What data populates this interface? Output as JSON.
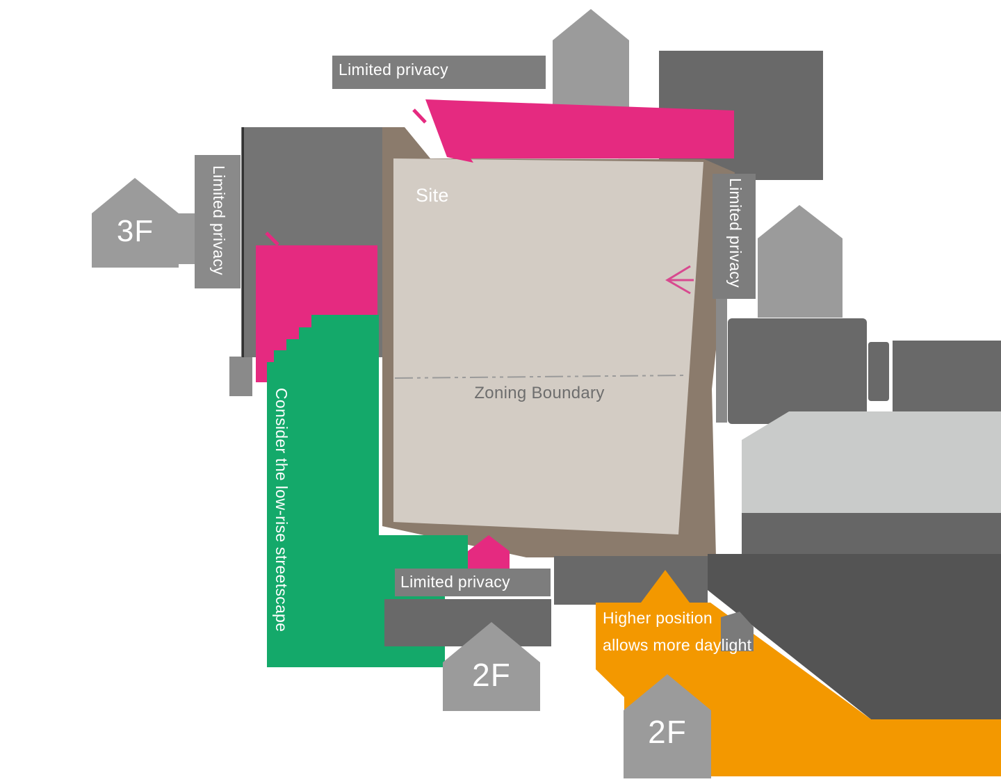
{
  "diagram": {
    "site": {
      "label": "Site",
      "zoning_boundary_label": "Zoning Boundary"
    },
    "annotations": {
      "privacy_top": "Limited privacy",
      "privacy_left": "Limited privacy",
      "privacy_right": "Limited privacy",
      "privacy_bottom": "Limited privacy",
      "streetscape": "Consider the low-rise streetscape",
      "daylight_line1": "Higher position",
      "daylight_line2": "allows more daylight"
    },
    "houses": {
      "west": "3F",
      "south": "2F",
      "southeast": "2F"
    },
    "colors": {
      "pink": "#e52a80",
      "pink_stroke": "#d8498f",
      "green": "#14a96a",
      "orange": "#f39800",
      "site_fill": "#d3ccc4",
      "site_border": "#8b7b6c",
      "label_box": "#7d7d7d",
      "label_box_light": "#8a8a8a",
      "house_gray": "#9b9b9b",
      "house_light_gray": "#c9cbca",
      "building_gray": "#696969",
      "building_left_gray": "#747474",
      "band_gray": "#666666",
      "band_dark_gray": "#545454",
      "cutout_gray": "#7a7a7a",
      "sliver_gray": "#8a8a8a",
      "edge_line": "#333333",
      "zoning_line": "#9a9a9a"
    }
  }
}
